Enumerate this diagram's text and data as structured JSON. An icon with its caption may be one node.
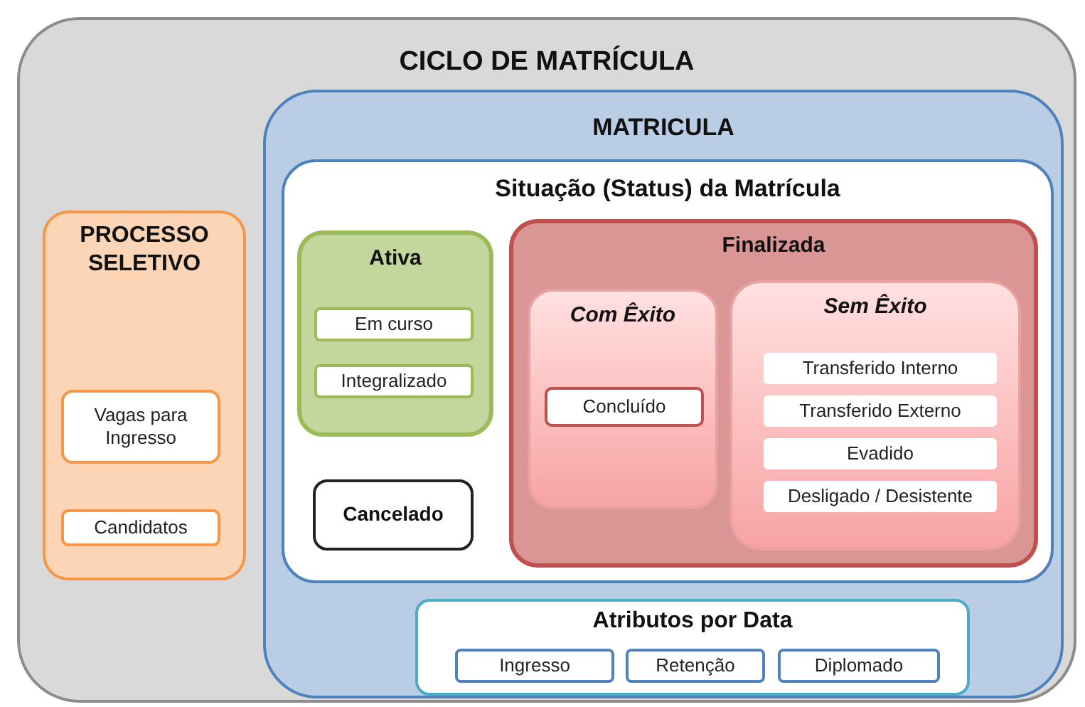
{
  "diagram": {
    "nodes": [
      {
        "text": [
          "CICLO DE MATRÍCULA"
        ]
      },
      {
        "text": [
          "PROCESSO SELETIVO"
        ],
        "in": 0
      },
      {
        "text": [
          "Vagas para Ingresso"
        ],
        "in": 1
      },
      {
        "text": [
          "Candidatos"
        ],
        "in": 1
      },
      {
        "text": [
          "MATRICULA"
        ],
        "in": 0
      },
      {
        "text": [
          "Situação (Status) da Matrícula"
        ],
        "in": 4
      },
      {
        "text": [
          "Ativa"
        ],
        "in": 5
      },
      {
        "text": [
          "Em curso"
        ],
        "in": 6
      },
      {
        "text": [
          "Integralizado"
        ],
        "in": 6
      },
      {
        "text": [
          "Cancelado"
        ],
        "in": 5
      },
      {
        "text": [
          "Finalizada"
        ],
        "in": 5
      },
      {
        "text": [
          "Com Êxito"
        ],
        "in": 10
      },
      {
        "text": [
          "Concluído"
        ],
        "in": 11
      },
      {
        "text": [
          "Sem Êxito"
        ],
        "in": 10
      },
      {
        "text": [
          "Transferido Interno"
        ],
        "in": 13
      },
      {
        "text": [
          "Transferido Externo"
        ],
        "in": 13
      },
      {
        "text": [
          "Evadido"
        ],
        "in": 13
      },
      {
        "text": [
          "Desligado / Desistente"
        ],
        "in": 13
      },
      {
        "text": [
          "Atributos por Data"
        ],
        "in": 4
      },
      {
        "text": [
          "Ingresso"
        ],
        "in": 18
      },
      {
        "text": [
          "Retenção"
        ],
        "in": 18
      },
      {
        "text": [
          "Diplomado"
        ],
        "in": 18
      }
    ]
  }
}
